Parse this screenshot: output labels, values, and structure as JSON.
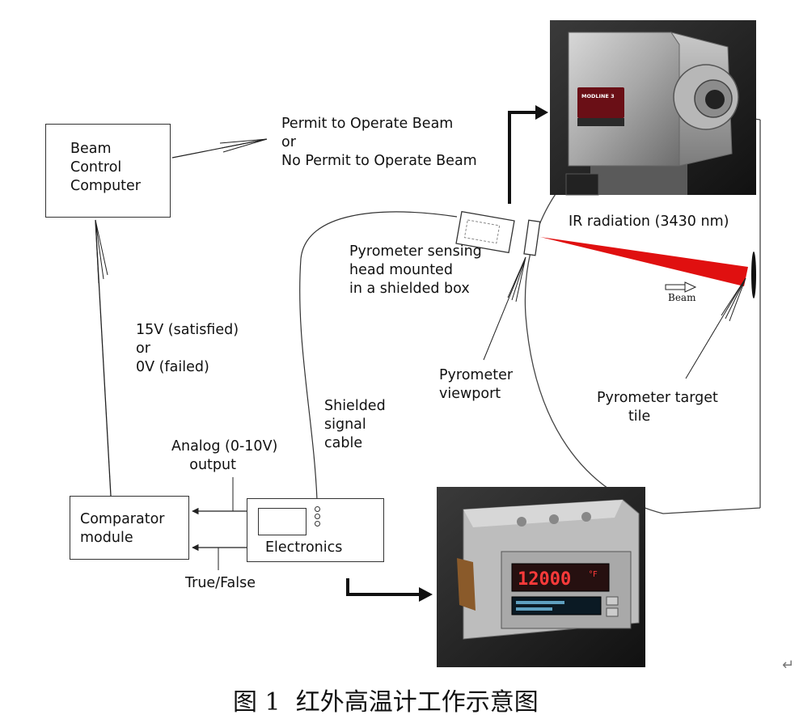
{
  "boxes": {
    "beam_control_computer": "Beam\nControl\nComputer",
    "comparator_module": "Comparator\nmodule",
    "electronics": "Electronics"
  },
  "labels": {
    "permit": "Permit to Operate Beam\nor\nNo Permit to Operate Beam",
    "signal_levels": "15V (satisfied)\nor\n0V (failed)",
    "analog_output": "Analog (0-10V)\n    output",
    "true_false": "True/False",
    "shielded_cable": "Shielded\nsignal\ncable",
    "pyrometer_head": "Pyrometer sensing\nhead mounted\nin a shielded box",
    "viewport": "Pyrometer\nviewport",
    "ir_radiation": "IR radiation (3430 nm)",
    "beam": "Beam",
    "target_tile": "Pyrometer target\n       tile"
  },
  "photos": {
    "pyrometer_head_brand": "MODLINE 3",
    "display_reading": "12000",
    "display_unit": "°F"
  },
  "caption": "图 1  红外高温计工作示意图",
  "return_mark": "↵",
  "colors": {
    "ir_beam": "#e01010",
    "line": "#222222",
    "photo_metal": "#9a9a9a",
    "display_red": "#ff3a3a"
  }
}
